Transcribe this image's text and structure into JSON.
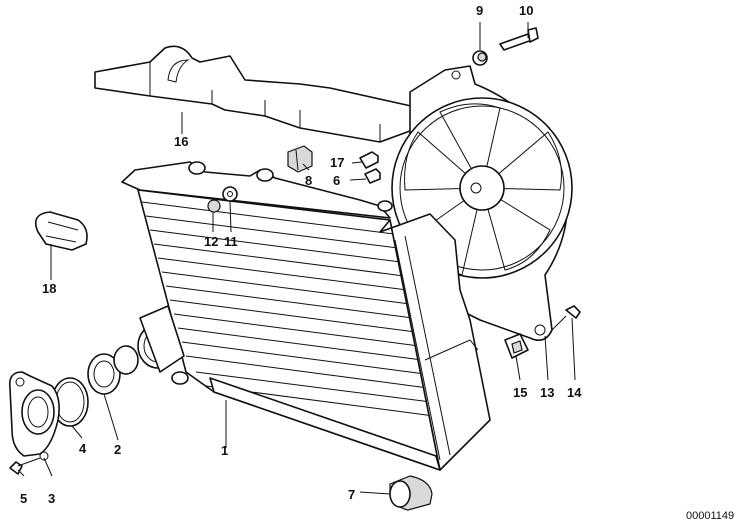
{
  "callouts": {
    "c1": "1",
    "c2": "2",
    "c3": "3",
    "c4": "4",
    "c5": "5",
    "c6": "6",
    "c7": "7",
    "c8": "8",
    "c9": "9",
    "c10": "10",
    "c11": "11",
    "c12": "12",
    "c13": "13",
    "c14": "14",
    "c15": "15",
    "c16": "16",
    "c17": "17",
    "c18": "18"
  },
  "drawing_number": "00001149"
}
